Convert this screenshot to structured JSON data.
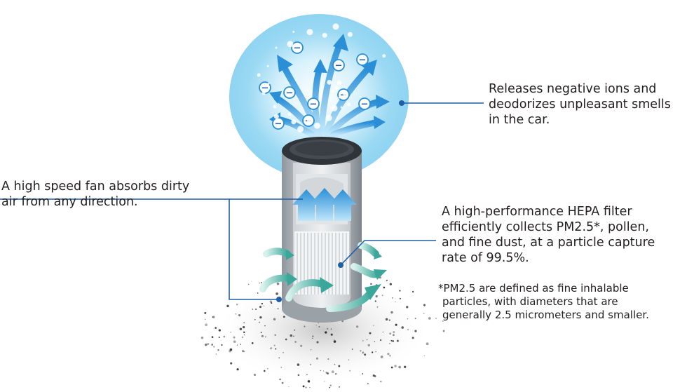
{
  "callouts": {
    "ions": {
      "lines": [
        "Releases negative ions and",
        "deodorizes unpleasant smells",
        "in the car."
      ]
    },
    "fan": {
      "lines": [
        "A high speed fan absorbs dirty",
        "air from any direction."
      ]
    },
    "hepa": {
      "lines": [
        "A high-performance HEPA filter",
        "efficiently collects PM2.5*, pollen,",
        "and fine dust, at a particle capture",
        "rate of 99.5%."
      ]
    }
  },
  "footnote": {
    "lines": [
      "*PM2.5 are defined as fine inhalable",
      "particles, with diameters that are",
      "generally 2.5 micrometers and smaller."
    ]
  },
  "ion_symbol": "−",
  "colors": {
    "leader": "#1f5fa8",
    "ion_glow": "#8fd4f2",
    "arrow_blue": "#2a8fd6",
    "arrow_teal": "#3aa79a",
    "device_dark": "#3a3f45",
    "device_body": "#b9bec3"
  }
}
